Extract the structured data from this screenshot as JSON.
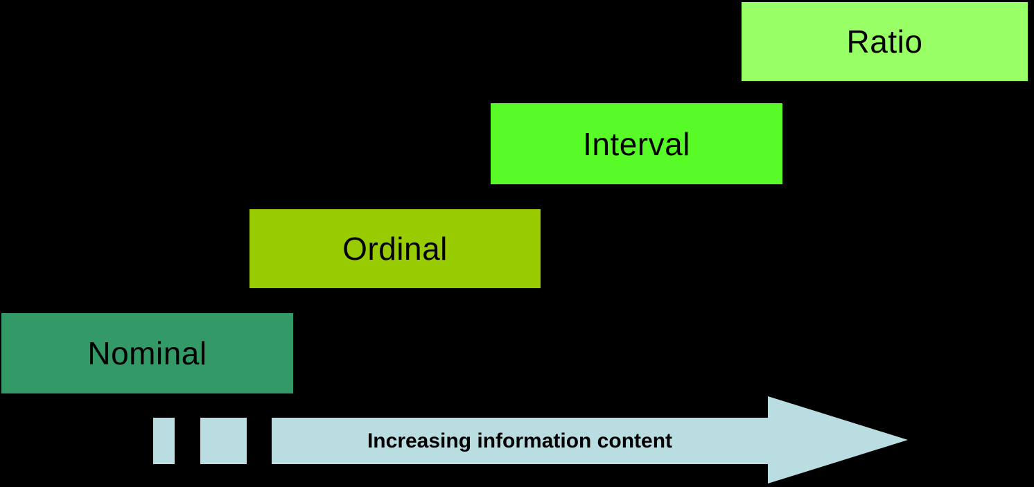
{
  "diagram": {
    "description": "Levels of measurement stair diagram",
    "levels": [
      {
        "label": "Nominal",
        "color": "#339966"
      },
      {
        "label": "Ordinal",
        "color": "#99CC00"
      },
      {
        "label": "Interval",
        "color": "#58FB28"
      },
      {
        "label": "Ratio",
        "color": "#99FF66"
      }
    ],
    "arrow": {
      "label": "Increasing information content",
      "color": "#BADDE2",
      "direction": "right"
    },
    "background_color": "#000000",
    "text_color": "#000000"
  }
}
